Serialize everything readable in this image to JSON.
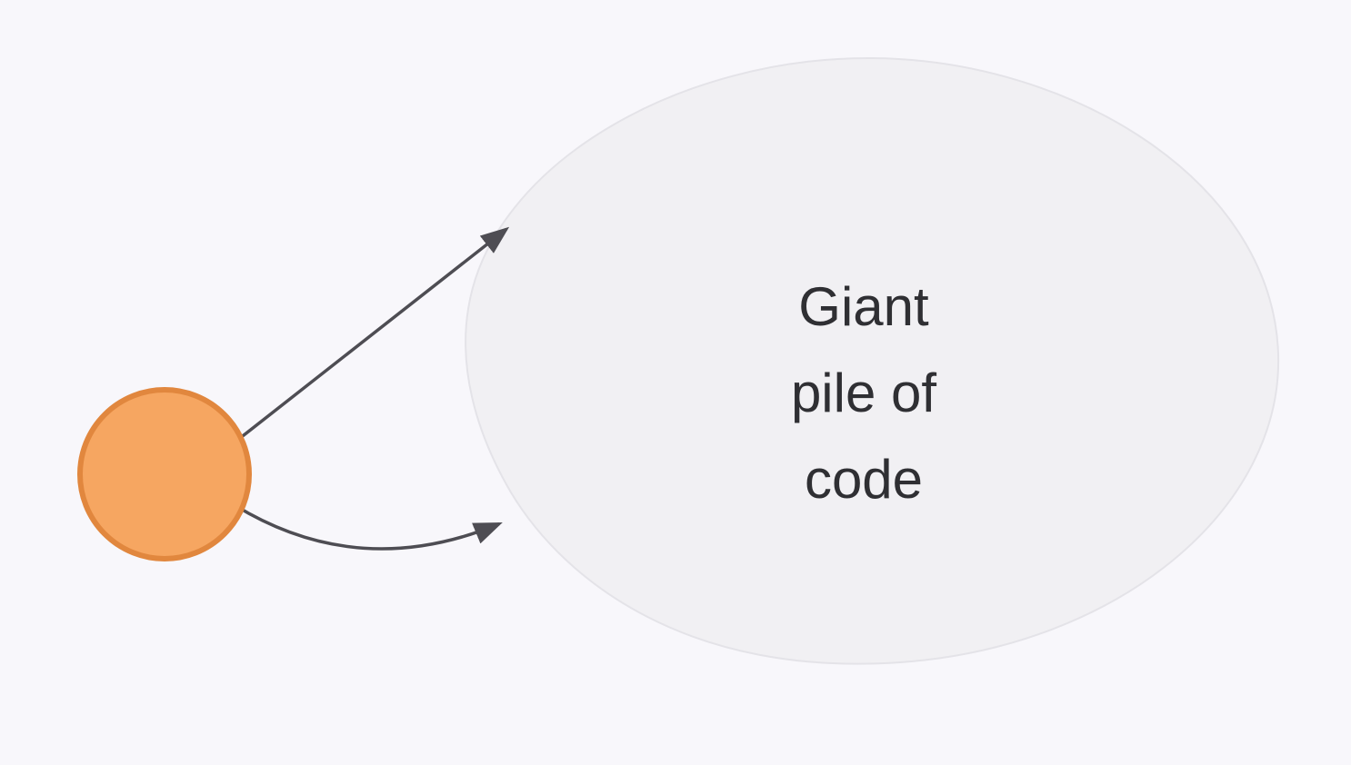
{
  "diagram": {
    "label_lines": [
      "Giant",
      "pile of",
      "code"
    ],
    "colors": {
      "background": "#f8f7fb",
      "circle_fill": "#f6a661",
      "circle_stroke": "#e1873e",
      "blob_fill": "#f1f0f3",
      "blob_stroke": "#e4e3e8",
      "arrow": "#4e4d53",
      "text": "#2f2f33"
    }
  }
}
